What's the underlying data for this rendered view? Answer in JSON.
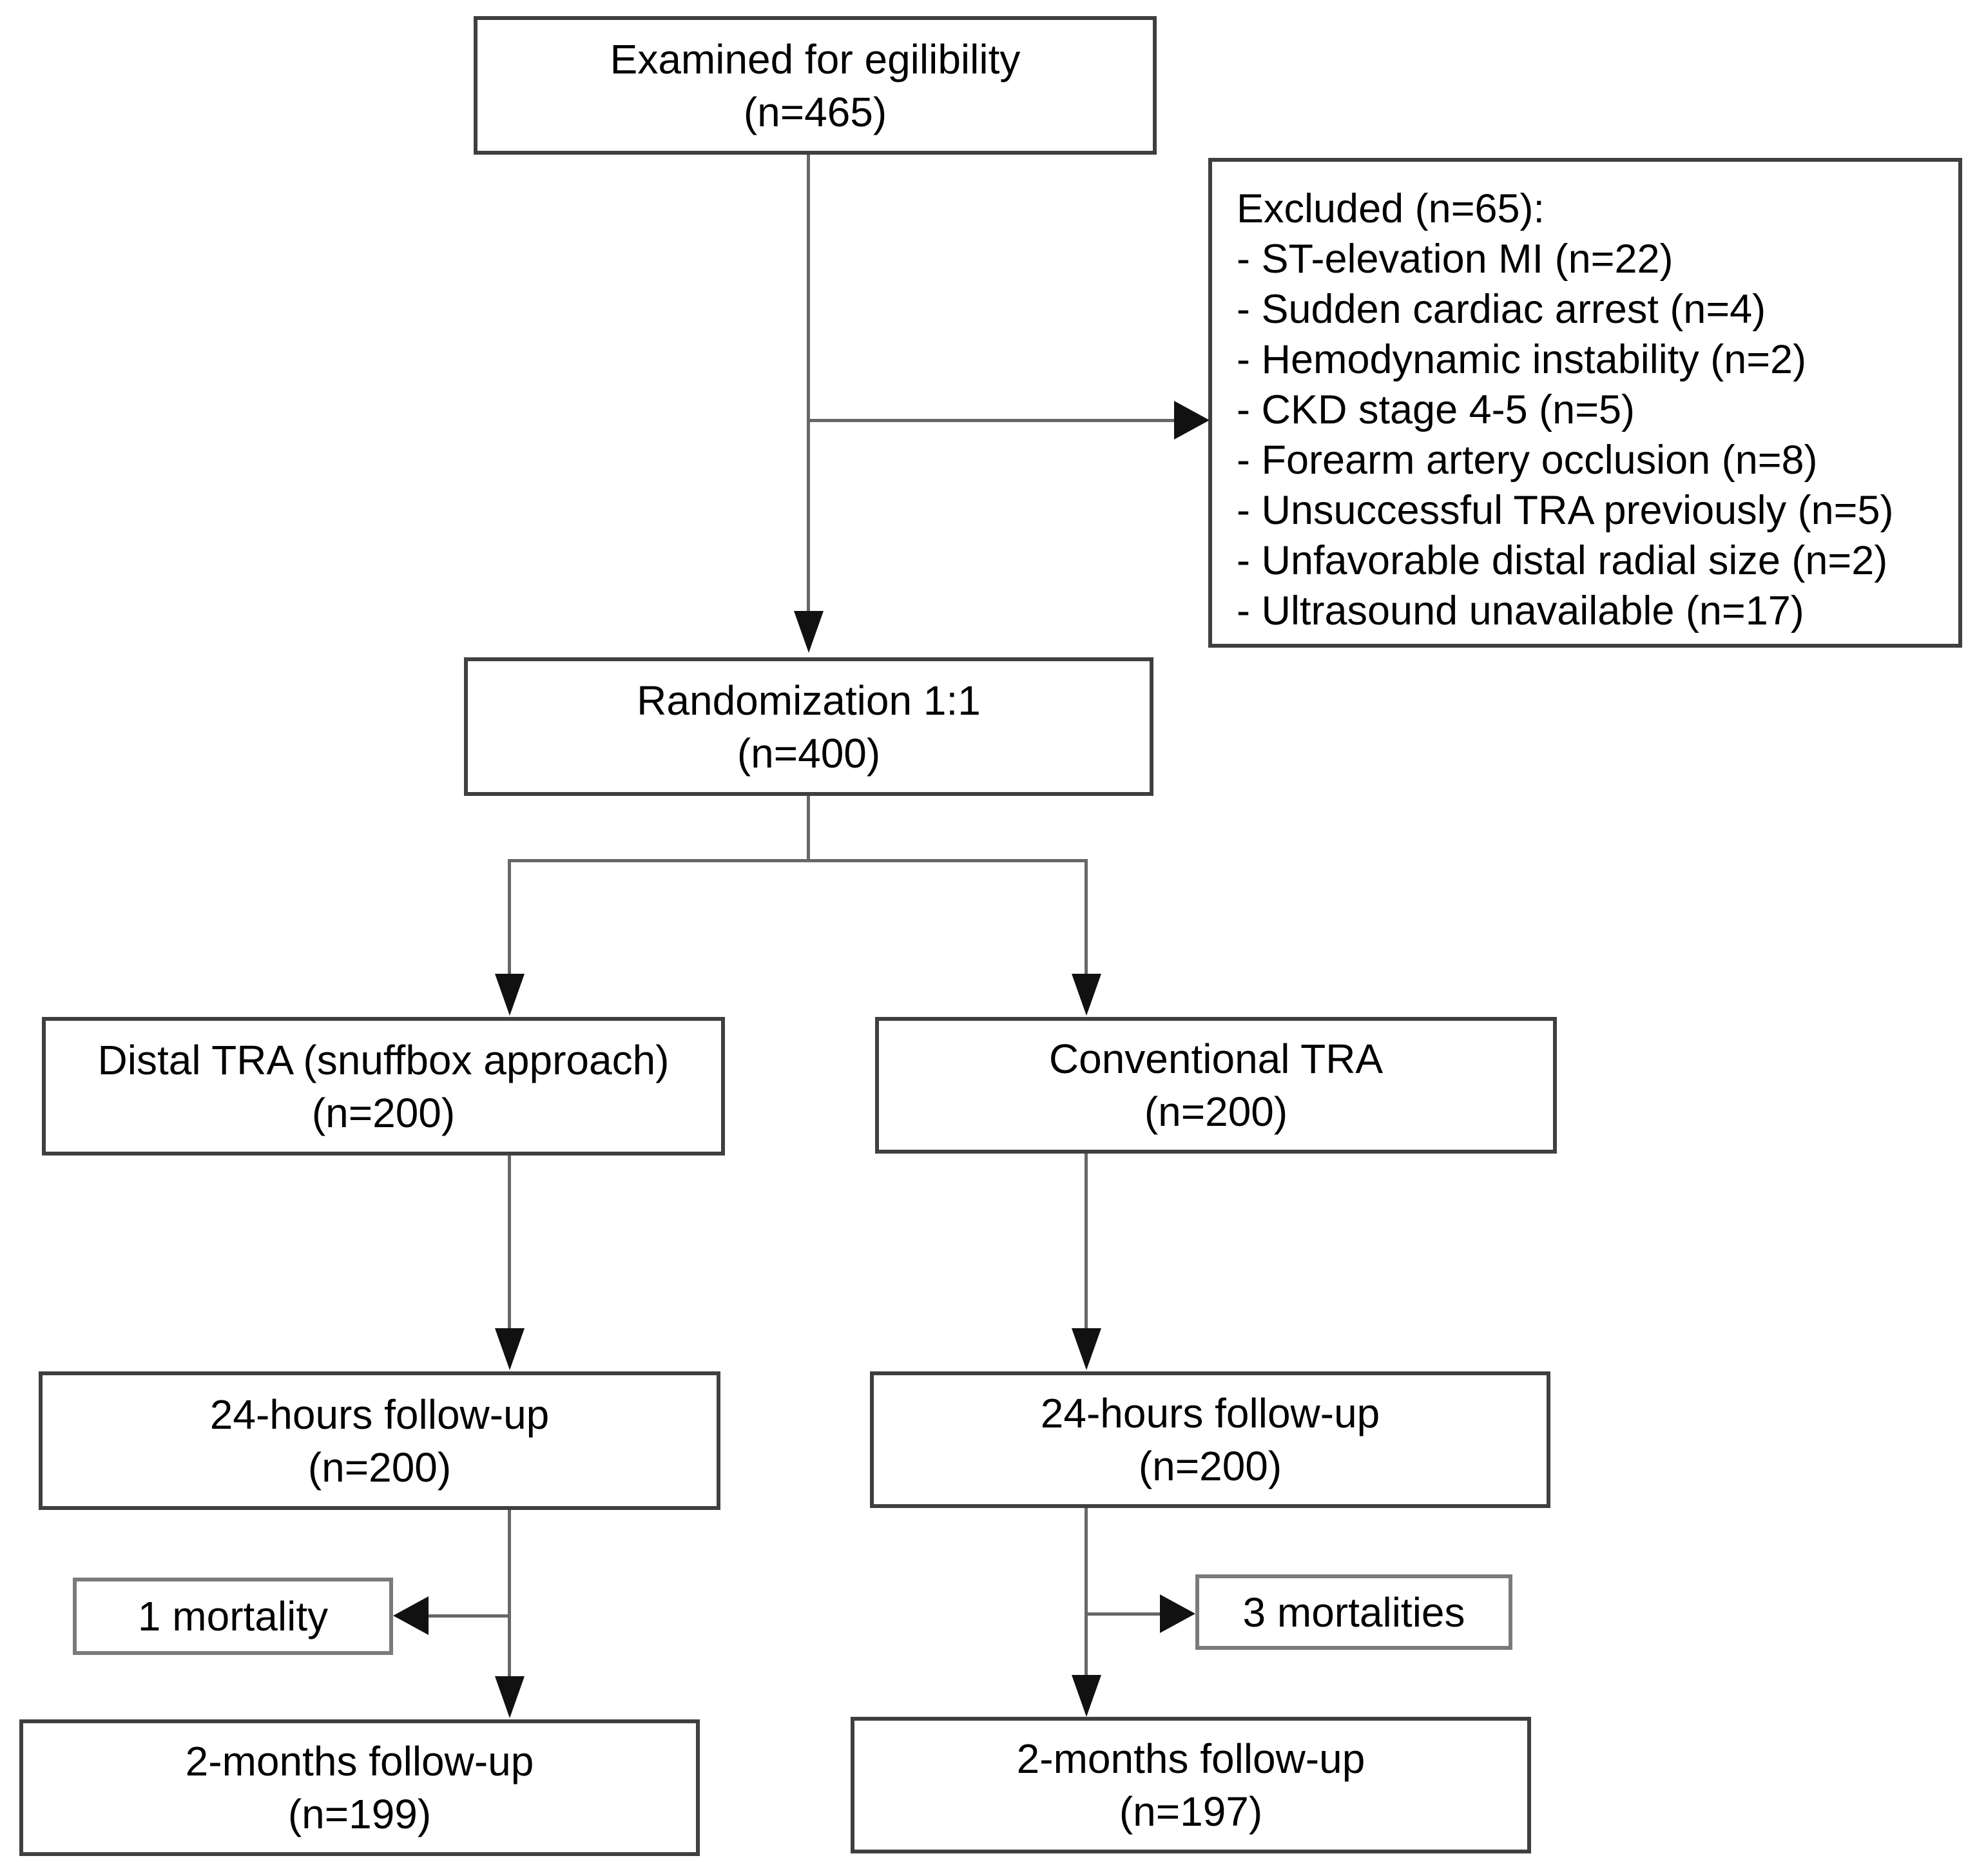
{
  "diagram": {
    "type": "flowchart",
    "nodes": {
      "examined": {
        "line1": "Examined for egilibility",
        "line2": "(n=465)"
      },
      "excluded": {
        "header": "Excluded (n=65):",
        "bullet": "- ",
        "items": [
          "ST-elevation MI (n=22)",
          "Sudden cardiac arrest (n=4)",
          "Hemodynamic instability (n=2)",
          "CKD stage 4-5 (n=5)",
          "Forearm artery occlusion (n=8)",
          "Unsuccessful TRA previously (n=5)",
          "Unfavorable distal radial size (n=2)",
          "Ultrasound unavailable (n=17)"
        ]
      },
      "randomization": {
        "line1": "Randomization 1:1",
        "line2": "(n=400)"
      },
      "distal": {
        "line1": "Distal TRA (snuffbox approach)",
        "line2": "(n=200)"
      },
      "conventional": {
        "line1": "Conventional TRA",
        "line2": "(n=200)"
      },
      "followup24_left": {
        "line1": "24-hours follow-up",
        "line2": "(n=200)"
      },
      "followup24_right": {
        "line1": "24-hours follow-up",
        "line2": "(n=200)"
      },
      "mortality_left": {
        "label": "1 mortality"
      },
      "mortality_right": {
        "label": "3 mortalities"
      },
      "followup2mo_left": {
        "line1": "2-months follow-up",
        "line2": "(n=199)"
      },
      "followup2mo_right": {
        "line1": "2-months follow-up",
        "line2": "(n=197)"
      }
    },
    "colors": {
      "background": "#ffffff",
      "box_border": "#3f3f3f",
      "side_box_border": "#7a7a7a",
      "connector_line": "#676767",
      "arrowhead": "#111111",
      "text": "#000000"
    }
  }
}
